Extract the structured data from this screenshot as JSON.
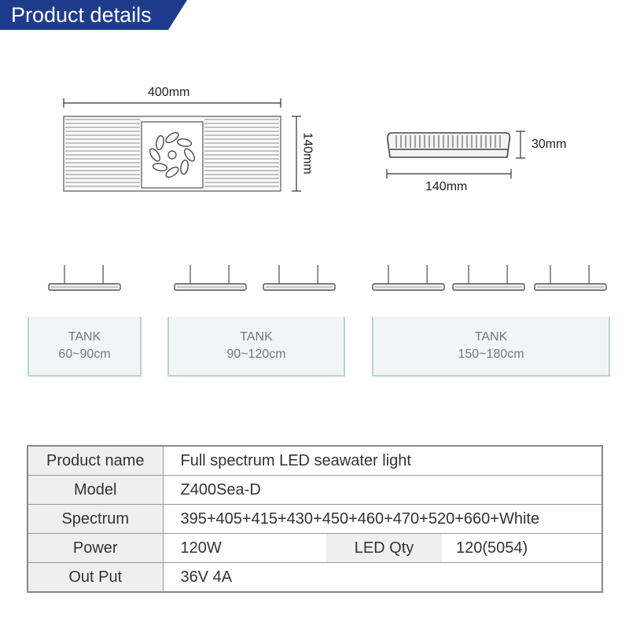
{
  "header": {
    "title": "Product details"
  },
  "dimensions": {
    "top_width": "400mm",
    "top_depth": "140mm",
    "side_width": "140mm",
    "side_height": "30mm"
  },
  "tanks": [
    {
      "label": "TANK",
      "range": "60~90cm"
    },
    {
      "label": "TANK",
      "range": "90~120cm"
    },
    {
      "label": "TANK",
      "range": "150~180cm"
    }
  ],
  "specs": {
    "product_name": {
      "label": "Product name",
      "value": "Full spectrum LED seawater light"
    },
    "model": {
      "label": "Model",
      "value": "Z400Sea-D"
    },
    "spectrum": {
      "label": "Spectrum",
      "value": "395+405+415+430+450+460+470+520+660+White"
    },
    "power": {
      "label": "Power",
      "value": "120W"
    },
    "led_qty": {
      "label": "LED Qty",
      "value": "120(5054)"
    },
    "output": {
      "label": "Out Put",
      "value": "36V 4A"
    }
  },
  "colors": {
    "header_bg": "#1f3c8c",
    "tank_fill": "#f0f6f6",
    "tank_border": "#b7d3d1",
    "label_bg": "#efefef",
    "table_border": "#888888"
  }
}
